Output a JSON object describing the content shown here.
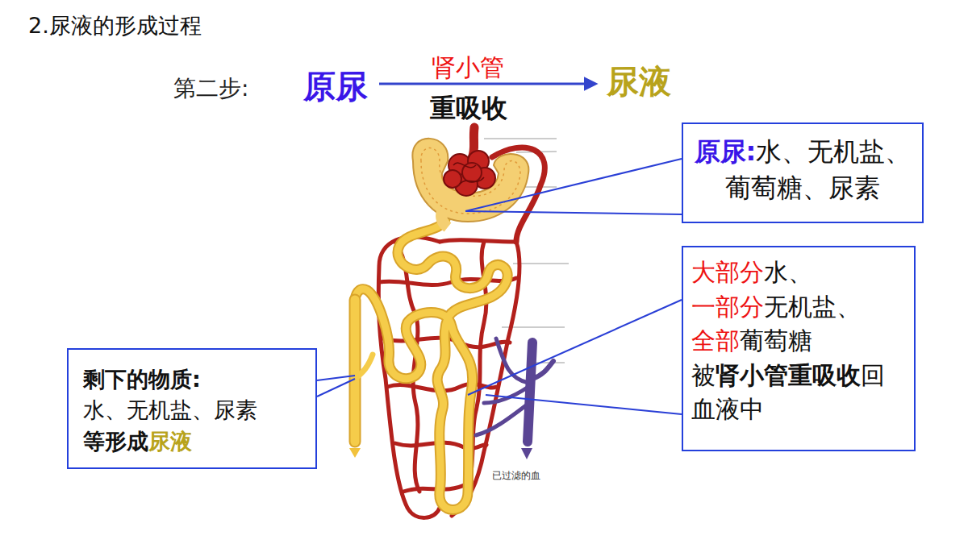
{
  "diagram": {
    "title": "2.尿液的形成过程",
    "nodes": [
      {
        "text": [
          "原尿:",
          "水、无机盐、葡萄糖、尿素"
        ]
      },
      {
        "text": [
          "大部分",
          "水、",
          "一部分",
          "无机盐、",
          "全部",
          "葡萄糖",
          "被",
          "肾小管重吸收",
          "回血液中"
        ]
      },
      {
        "text": [
          "剩下的物质:",
          "水、无机盐、尿素",
          "等形成",
          "尿液"
        ]
      }
    ],
    "labels": [
      "第二步:",
      "原尿",
      "肾小管",
      "重吸收",
      "尿液",
      "已过滤的血"
    ]
  }
}
